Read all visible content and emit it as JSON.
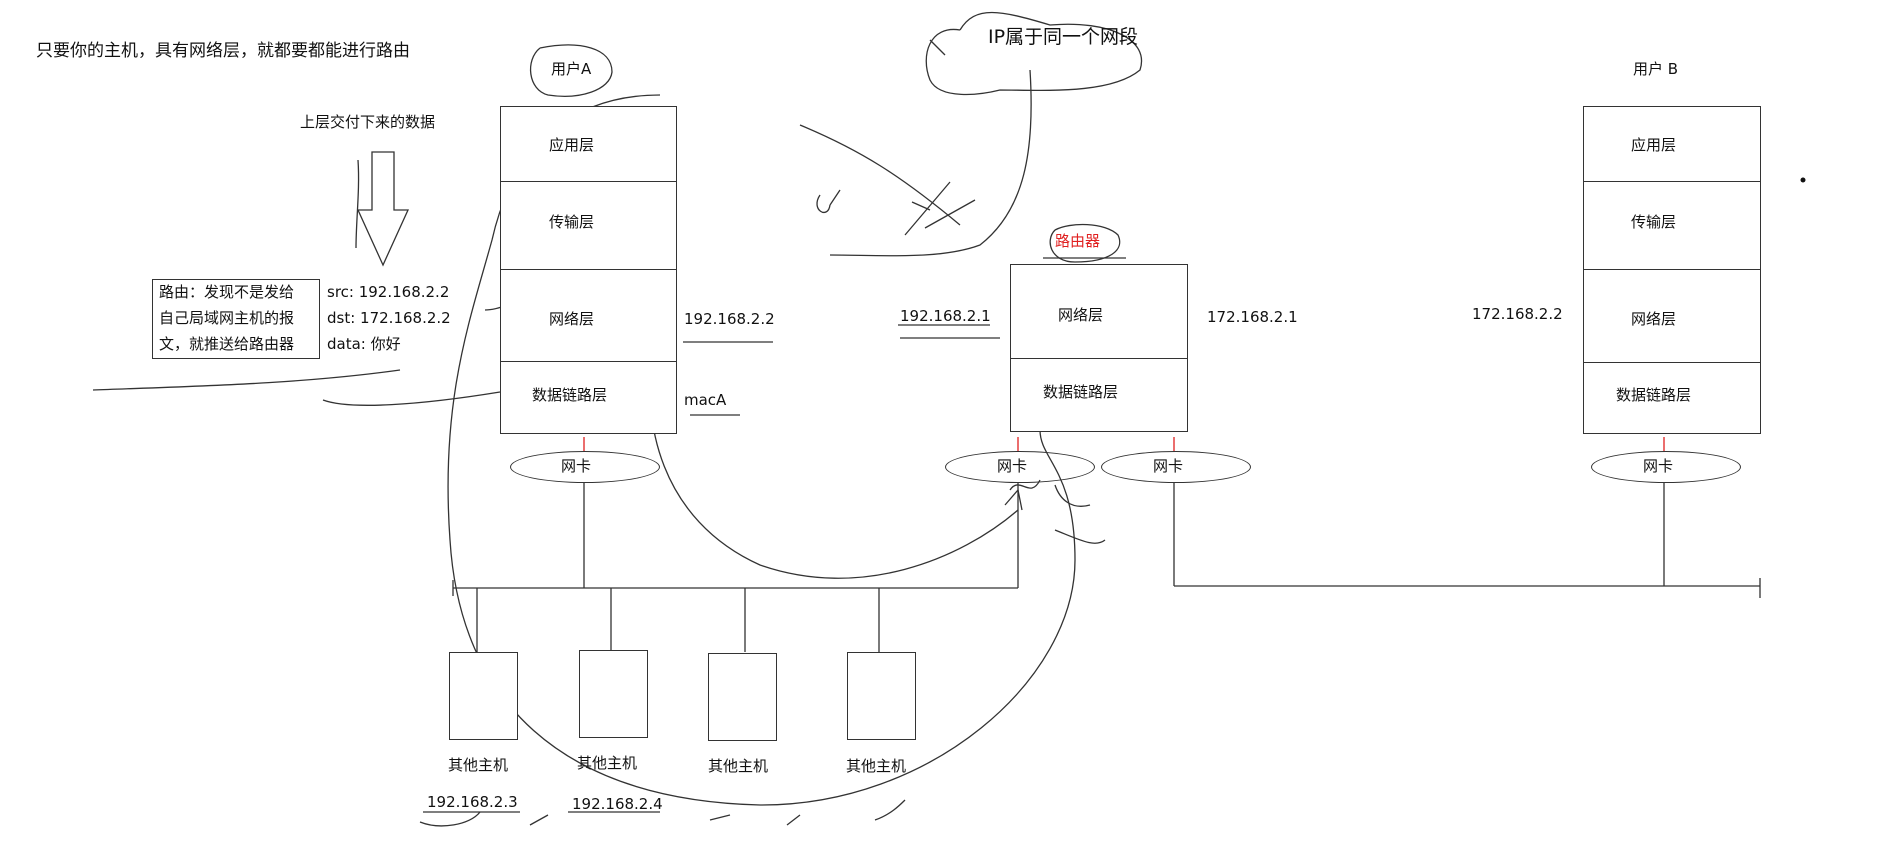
{
  "heading": "只要你的主机，具有网络层，就都要都能进行路由",
  "top_note": "上层交付下来的数据",
  "ip_bubble": "IP属于同一个网段",
  "router_title": "路由器",
  "host_a": {
    "title": "用户A",
    "layers": [
      "应用层",
      "传输层",
      "网络层",
      "数据链路层"
    ],
    "ip": "192.168.2.2",
    "mac": "macA",
    "nic": "网卡"
  },
  "host_b": {
    "title": "用户 B",
    "layers": [
      "应用层",
      "传输层",
      "网络层",
      "数据链路层"
    ],
    "ip": "172.168.2.2",
    "nic": "网卡"
  },
  "router": {
    "layers": [
      "网络层",
      "数据链路层"
    ],
    "left_ip": "192.168.2.1",
    "right_ip": "172.168.2.1",
    "nic_left": "网卡",
    "nic_right": "网卡"
  },
  "packet": {
    "note_lines": [
      "路由：发现不是发给",
      "自己局域网主机的报",
      "文，就推送给路由器"
    ],
    "src": "src: 192.168.2.2",
    "dst": "dst: 172.168.2.2",
    "data": "data: 你好"
  },
  "other_hosts": [
    {
      "label": "其他主机",
      "ip": "192.168.2.3"
    },
    {
      "label": "其他主机",
      "ip": "192.168.2.4"
    },
    {
      "label": "其他主机",
      "ip": ""
    },
    {
      "label": "其他主机",
      "ip": ""
    }
  ],
  "colors": {
    "accent_red": "#e02020",
    "line": "#333333"
  }
}
